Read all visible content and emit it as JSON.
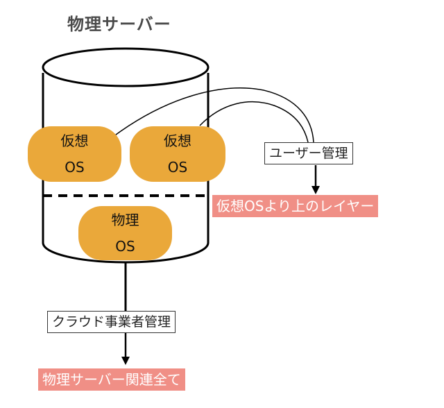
{
  "title": "物理サーバー",
  "virtual_os_1": {
    "line1": "仮想",
    "line2": "OS"
  },
  "virtual_os_2": {
    "line1": "仮想",
    "line2": "OS"
  },
  "physical_os": {
    "line1": "物理",
    "line2": "OS"
  },
  "user_management": "ユーザー管理",
  "above_virtual_os_layer": "仮想OSより上のレイヤー",
  "cloud_provider_management": "クラウド事業者管理",
  "all_physical_server": "物理サーバー関連全て",
  "colors": {
    "pill": "#eaa83a",
    "highlight": "#f08f86",
    "stroke": "#000000"
  }
}
